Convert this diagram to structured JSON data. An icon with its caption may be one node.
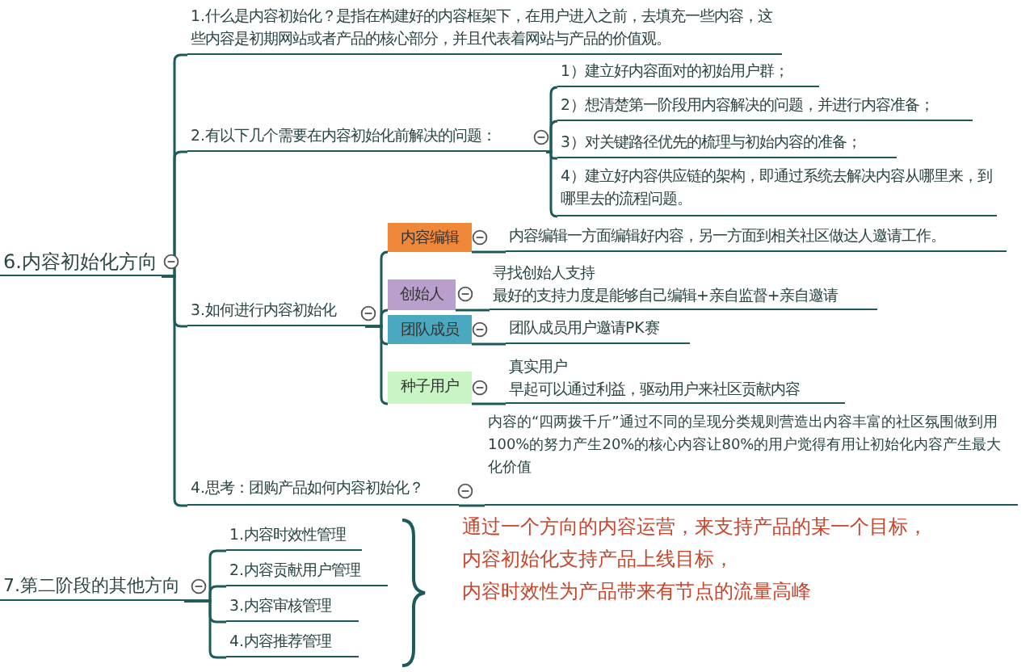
{
  "diagram": {
    "nodes": [
      {
        "text": [
          "6.内容初始化方向"
        ]
      },
      {
        "text": [
          "1.什么是内容初始化？是指在构建好的内容框架下，在用户进入之前，去填充一些内容，这些内容是初期网站或者产品的核心部分，并且代表着网站与产品的价值观。"
        ]
      },
      {
        "text": [
          "2.有以下几个需要在内容初始化前解决的问题："
        ]
      },
      {
        "text": [
          "1）建立好内容面对的初始用户群；"
        ]
      },
      {
        "text": [
          "2）想清楚第一阶段用内容解决的问题，并进行内容准备；"
        ]
      },
      {
        "text": [
          "3）对关键路径优先的梳理与初始内容的准备；"
        ]
      },
      {
        "text": [
          "4）建立好内容供应链的架构，即通过系统去解决内容从哪里来，到哪里去的流程问题。"
        ]
      },
      {
        "text": [
          "3.如何进行内容初始化"
        ]
      },
      {
        "text": [
          "内容编辑"
        ]
      },
      {
        "text": [
          "内容编辑一方面编辑好内容，另一方面到相关社区做达人邀请工作。"
        ]
      },
      {
        "text": [
          "创始人"
        ]
      },
      {
        "text": [
          "寻找创始人支持",
          "最好的支持力度是能够自己编辑+亲自监督+亲自邀请"
        ]
      },
      {
        "text": [
          "团队成员"
        ]
      },
      {
        "text": [
          "团队成员用户邀请PK赛"
        ]
      },
      {
        "text": [
          "种子用户"
        ]
      },
      {
        "text": [
          "真实用户",
          "早起可以通过利益，驱动用户来社区贡献内容"
        ]
      },
      {
        "text": [
          "4.思考：团购产品如何内容初始化？"
        ]
      },
      {
        "text": [
          "内容的“四两拨千斤”通过不同的呈现分类规则营造出内容丰富的社区氛围做到用100%的努力产生20%的核心内容让80%的用户觉得有用让初始化内容产生最大化价值"
        ]
      },
      {
        "text": [
          "7.第二阶段的其他方向"
        ]
      },
      {
        "text": [
          "1.内容时效性管理"
        ]
      },
      {
        "text": [
          "2.内容贡献用户管理"
        ]
      },
      {
        "text": [
          "3.内容审核管理"
        ]
      },
      {
        "text": [
          "4.内容推荐管理"
        ]
      }
    ],
    "edges": [
      {
        "from": 0,
        "to": 1,
        "arrow": "none"
      },
      {
        "from": 0,
        "to": 2,
        "arrow": "none"
      },
      {
        "from": 0,
        "to": 7,
        "arrow": "none"
      },
      {
        "from": 0,
        "to": 16,
        "arrow": "none"
      },
      {
        "from": 2,
        "to": 3,
        "arrow": "none"
      },
      {
        "from": 2,
        "to": 4,
        "arrow": "none"
      },
      {
        "from": 2,
        "to": 5,
        "arrow": "none"
      },
      {
        "from": 2,
        "to": 6,
        "arrow": "none"
      },
      {
        "from": 7,
        "to": 8,
        "arrow": "none"
      },
      {
        "from": 7,
        "to": 10,
        "arrow": "none"
      },
      {
        "from": 7,
        "to": 12,
        "arrow": "none"
      },
      {
        "from": 7,
        "to": 14,
        "arrow": "none"
      },
      {
        "from": 8,
        "to": 9,
        "arrow": "none"
      },
      {
        "from": 10,
        "to": 11,
        "arrow": "none"
      },
      {
        "from": 12,
        "to": 13,
        "arrow": "none"
      },
      {
        "from": 14,
        "to": 15,
        "arrow": "none"
      },
      {
        "from": 16,
        "to": 17,
        "arrow": "none"
      },
      {
        "from": 18,
        "to": 19,
        "arrow": "none"
      },
      {
        "from": 18,
        "to": 20,
        "arrow": "none"
      },
      {
        "from": 18,
        "to": 21,
        "arrow": "none"
      },
      {
        "from": 18,
        "to": 22,
        "arrow": "none"
      }
    ],
    "labels": [
      "通过一个方向的内容运营，来支持产品的某一个目标，",
      "内容初始化支持产品上线目标，",
      "内容时效性为产品带来有节点的流量高峰"
    ]
  }
}
